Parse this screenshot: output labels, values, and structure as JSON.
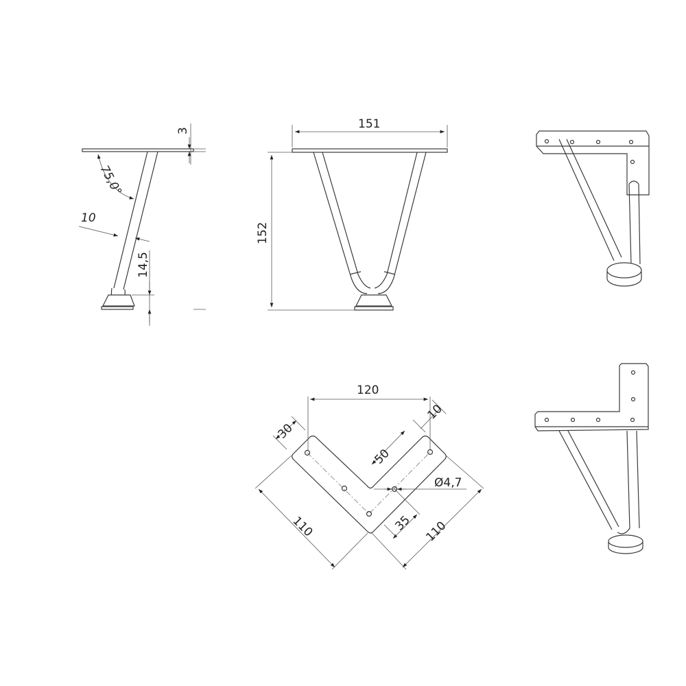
{
  "side_view": {
    "plate_thickness": "3",
    "angle": "75,0°",
    "rod_diameter": "10",
    "foot_height": "14,5"
  },
  "front_view": {
    "width": "151",
    "height": "152"
  },
  "plate_view": {
    "span": "120",
    "arm_width": "30",
    "edge_offset": "10",
    "hole_spacing": "50",
    "hole_diameter": "Ø4,7",
    "inner_offset": "35",
    "arm_length_left": "110",
    "arm_length_right": "110"
  }
}
